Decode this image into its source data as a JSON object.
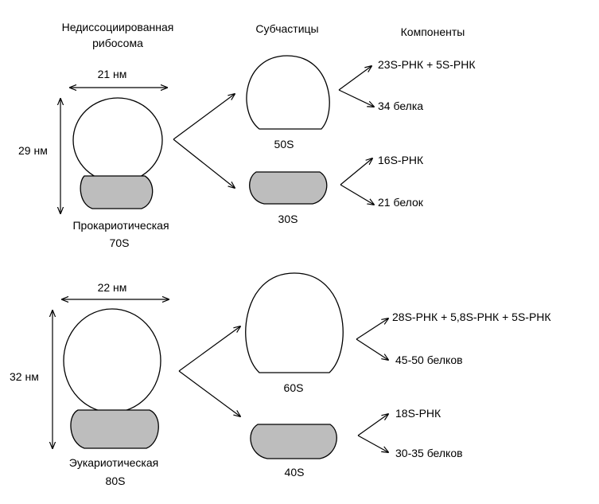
{
  "headers": {
    "col1_line1": "Недиссоциированная",
    "col1_line2": "рибосома",
    "col2": "Субчастицы",
    "col3": "Компоненты"
  },
  "prokaryote": {
    "width_label": "21 нм",
    "height_label": "29 нм",
    "name": "Прокариотическая",
    "sediment": "70S",
    "large": {
      "label": "50S",
      "components": [
        "23S-РНК + 5S-РНК",
        "34 белка"
      ]
    },
    "small": {
      "label": "30S",
      "components": [
        "16S-РНК",
        "21 белок"
      ]
    }
  },
  "eukaryote": {
    "width_label": "22 нм",
    "height_label": "32 нм",
    "name": "Эукариотическая",
    "sediment": "80S",
    "large": {
      "label": "60S",
      "components": [
        "28S-РНК + 5,8S-РНК + 5S-РНК",
        "45-50 белков"
      ]
    },
    "small": {
      "label": "40S",
      "components": [
        "18S-РНК",
        "30-35 белков"
      ]
    }
  },
  "colors": {
    "small_subunit_fill": "#bdbdbd",
    "outline": "#000000"
  }
}
